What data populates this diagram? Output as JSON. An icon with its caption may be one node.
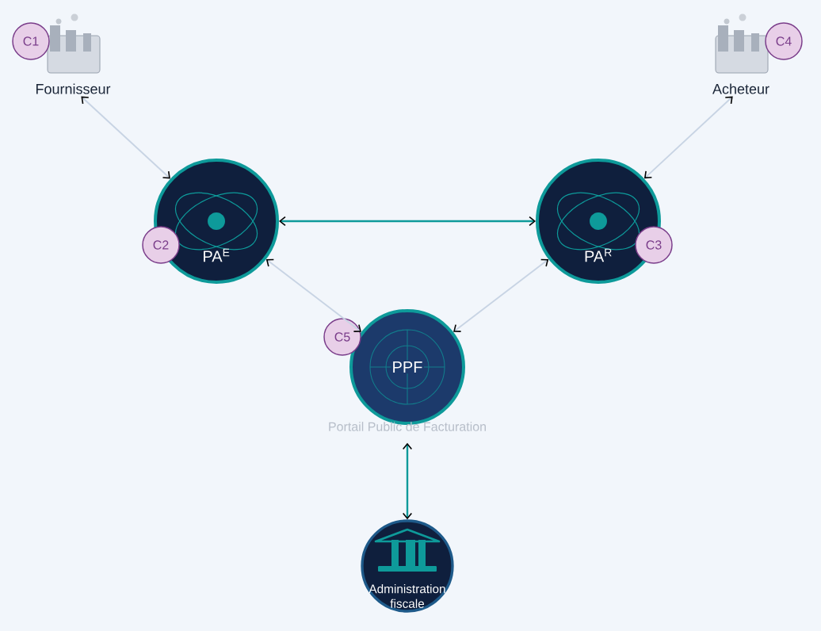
{
  "diagram": {
    "nodes": [
      {
        "text": [
          "Fournisseur"
        ]
      },
      {
        "text": [
          "C1"
        ]
      },
      {
        "text": [
          "Acheteur"
        ]
      },
      {
        "text": [
          "C4"
        ]
      },
      {
        "text": [
          "PA$^{E}$"
        ]
      },
      {
        "text": [
          "C2"
        ]
      },
      {
        "text": [
          "PA$^{R}$"
        ]
      },
      {
        "text": [
          "C3"
        ]
      },
      {
        "text": [
          "PPF"
        ],
        "beside": [
          "Portail Public de Facturation"
        ]
      },
      {
        "text": [
          "C5"
        ]
      },
      {
        "text": [
          "Administration fiscale"
        ]
      }
    ],
    "edges": [
      {
        "from": 0,
        "to": 4,
        "arrow": "both"
      },
      {
        "from": 2,
        "to": 6,
        "arrow": "both"
      },
      {
        "from": 4,
        "to": 6,
        "arrow": "both",
        "color": "#0e9a9a"
      },
      {
        "from": 8,
        "to": 4,
        "arrow": "both"
      },
      {
        "from": 8,
        "to": 6,
        "arrow": "both"
      },
      {
        "from": 8,
        "to": 10,
        "arrow": "both",
        "color": "#0e9a9a"
      }
    ]
  }
}
